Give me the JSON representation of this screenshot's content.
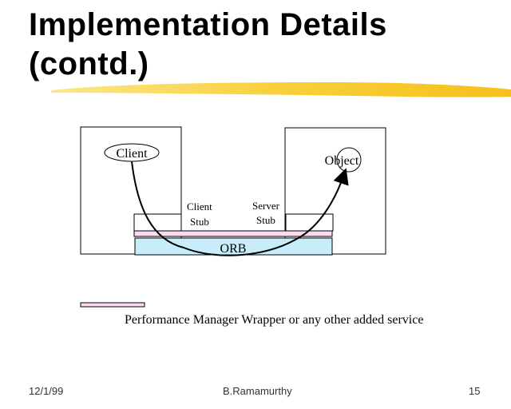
{
  "slide": {
    "title_line1": "Implementation Details",
    "title_line2": "(contd.)"
  },
  "diagram": {
    "client": "Client",
    "object": "Object",
    "client_stub_line1": "Client",
    "client_stub_line2": "Stub",
    "server_stub_line1": "Server",
    "server_stub_line2": "Stub",
    "orb": "ORB",
    "colors": {
      "orb": "#c8ecfa",
      "wrapper": "#fadcf0",
      "highlight": "#f8c820"
    }
  },
  "legend": {
    "wrapper_label": "Performance Manager Wrapper or any other added service"
  },
  "footer": {
    "date": "12/1/99",
    "author": "B.Ramamurthy",
    "page": "15"
  }
}
